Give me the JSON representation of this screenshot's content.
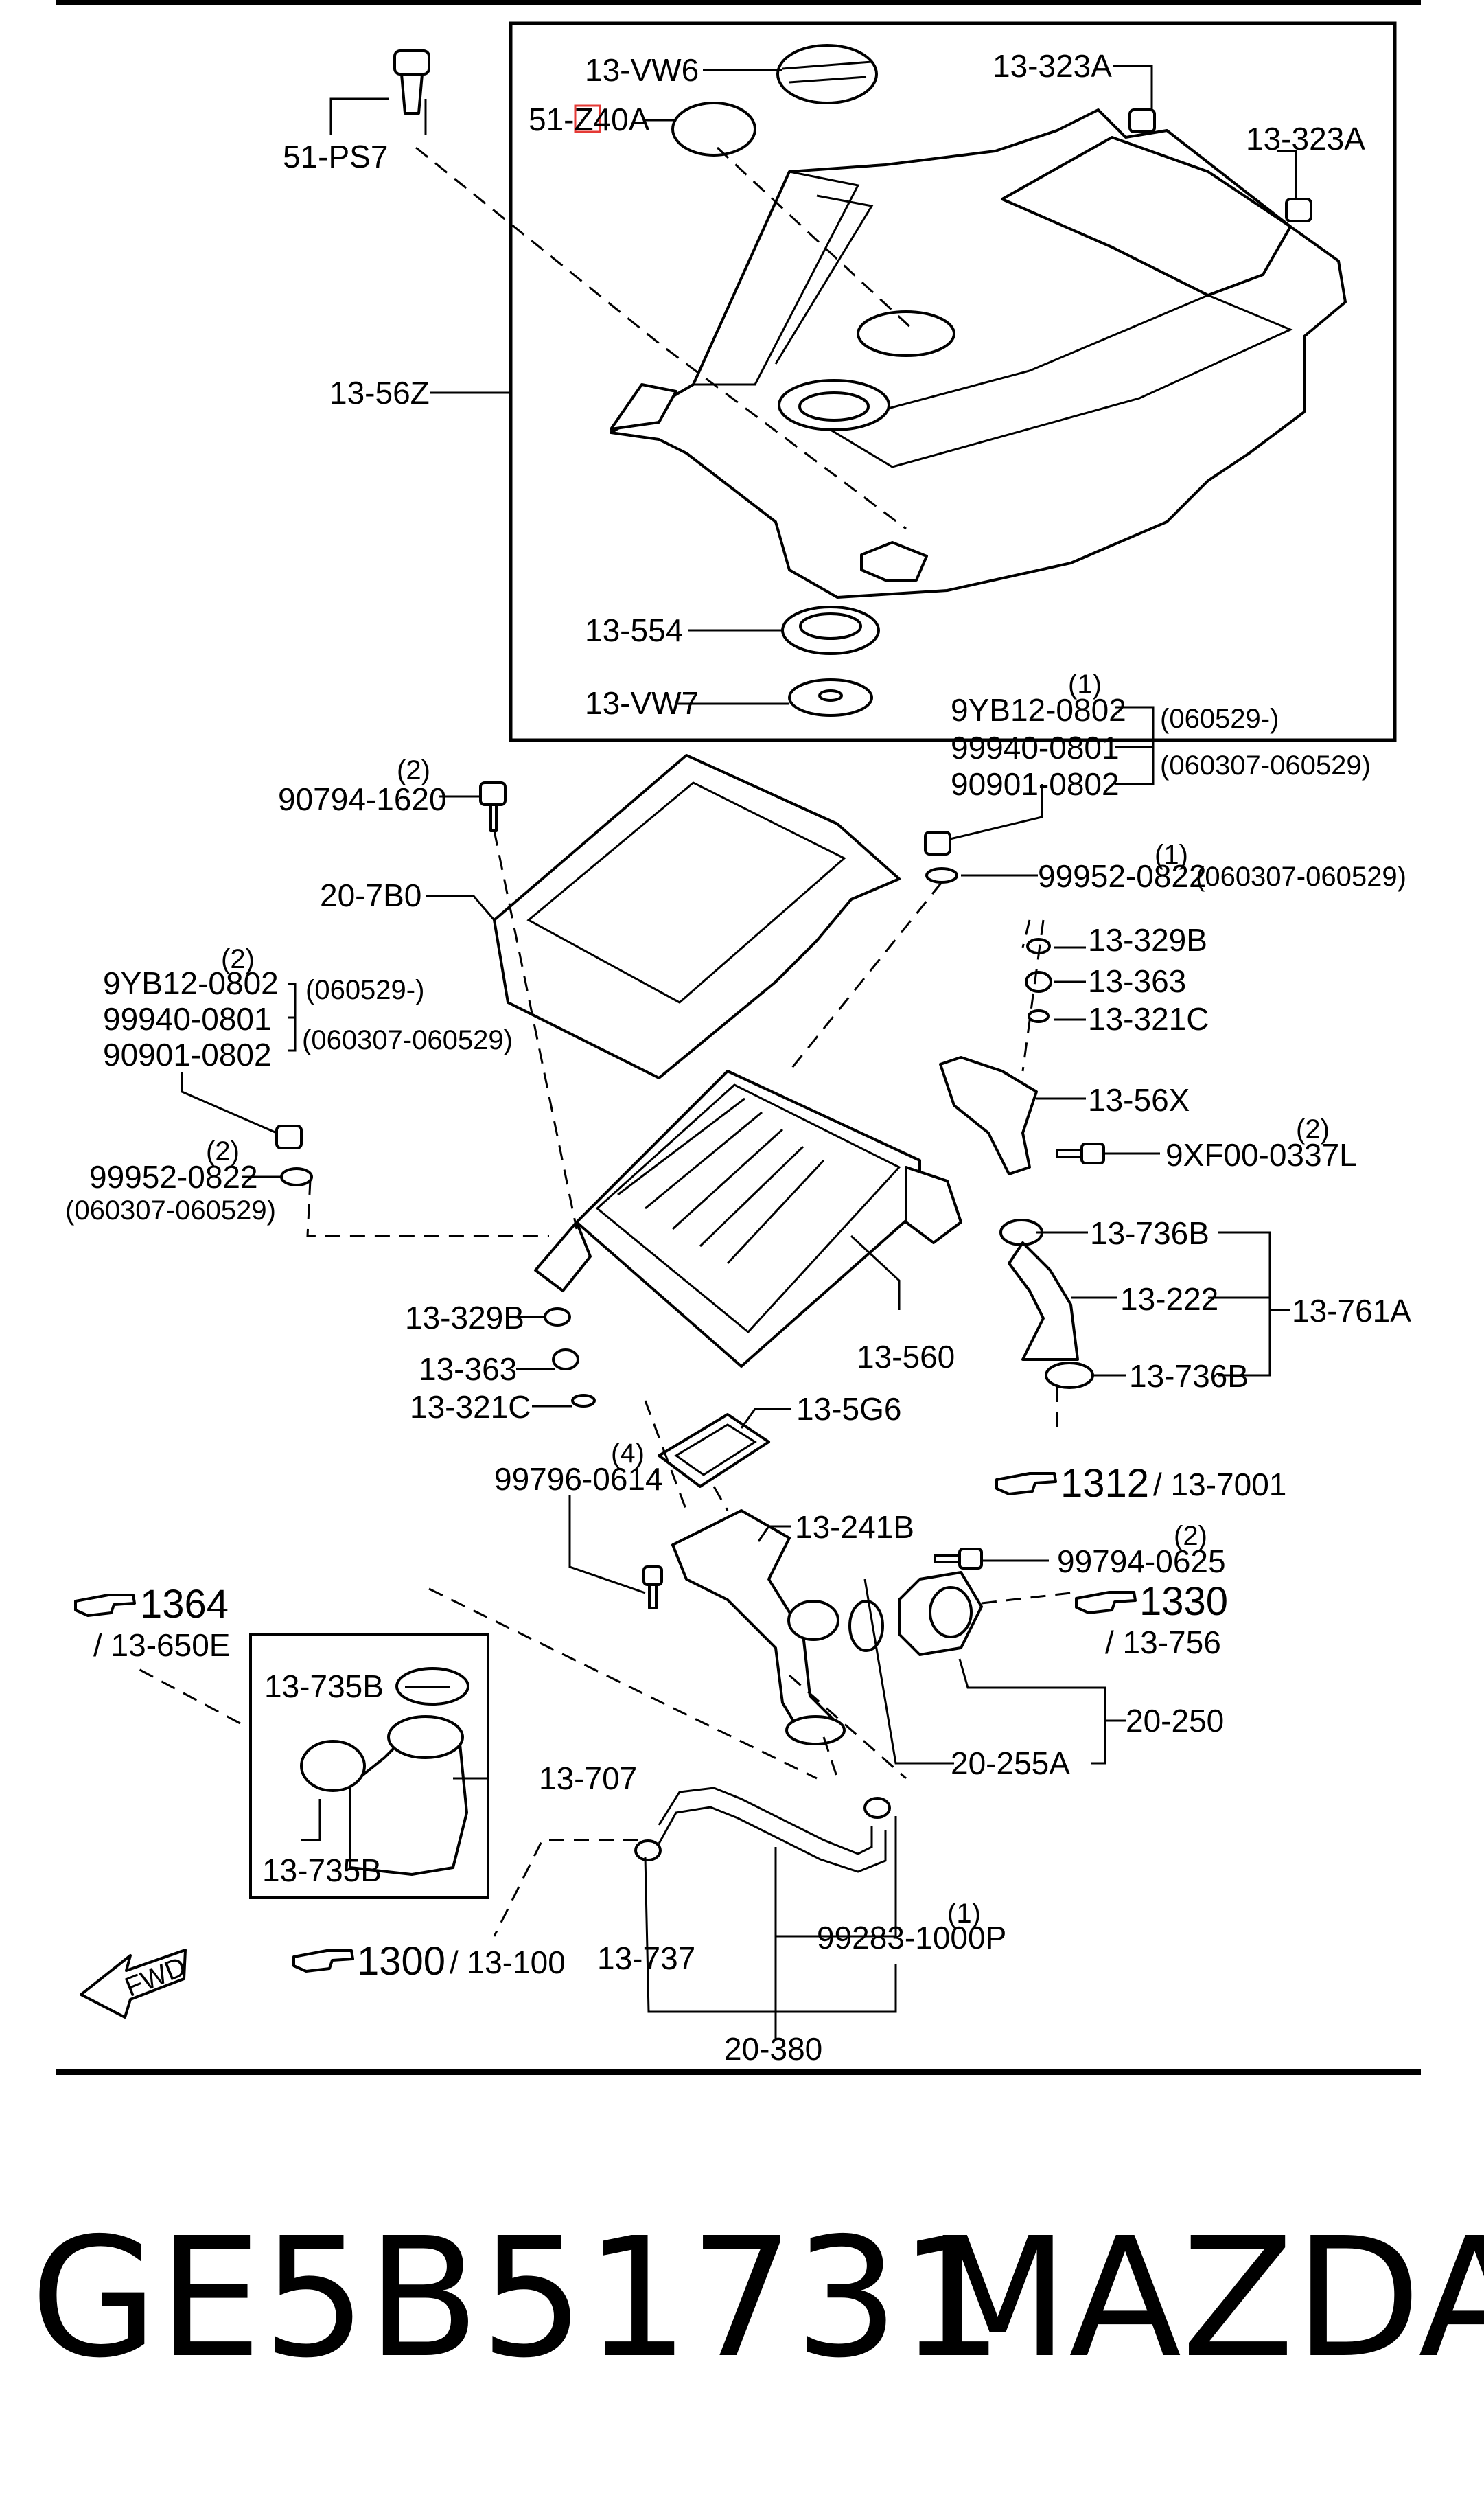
{
  "diagram": {
    "part_labels": {
      "p13VW6": "13-VW6",
      "p51Z40A": "51-Z40A",
      "p13323A_1": "13-323A",
      "p13323A_2": "13-323A",
      "p51PS7": "51-PS7",
      "p1356Z": "13-56Z",
      "p13554": "13-554",
      "p13VW7": "13-VW7",
      "q1_top": "(1)",
      "p9YB12_top": "9YB12-0802",
      "p99940_top": "99940-0801",
      "p90901_top": "90901-0802",
      "date1_top": "(060529-)",
      "date2_top": "(060307-060529)",
      "q2_bolt": "(2)",
      "p90794": "90794-1620",
      "p207B0": "20-7B0",
      "q1_washer": "(1)",
      "p99952_top": "99952-0822",
      "date_washer_top": "(060307-060529)",
      "q2_left": "(2)",
      "p9YB12_left": "9YB12-0802",
      "p99940_left": "99940-0801",
      "p90901_left": "90901-0802",
      "date1_left": "(060529-)",
      "date2_left": "(060307-060529)",
      "q2_washer_left": "(2)",
      "p99952_left": "99952-0822",
      "date_washer_left": "(060307-060529)",
      "p13329B_r": "13-329B",
      "p13363_r": "13-363",
      "p13321C_r": "13-321C",
      "p1356X": "13-56X",
      "q2_9xf": "(2)",
      "p9XF00": "9XF00-0337L",
      "p13736B_1": "13-736B",
      "p13222": "13-222",
      "p13761A": "13-761A",
      "p13736B_2": "13-736B",
      "p13329B_l": "13-329B",
      "p13363_l": "13-363",
      "p13321C_l": "13-321C",
      "p13560": "13-560",
      "p135G6": "13-5G6",
      "q4": "(4)",
      "p99796": "99796-0614",
      "p13241B": "13-241B",
      "q2_99794": "(2)",
      "p99794": "99794-0625",
      "p13735B_1": "13-735B",
      "p13707": "13-707",
      "p13735B_2": "13-735B",
      "p20250": "20-250",
      "p20255A": "20-255A",
      "q1_hose": "(1)",
      "p99283": "99283-1000P",
      "p13737": "13-737",
      "p20380": "20-380"
    },
    "references": {
      "r1312_num": "1312",
      "r1312_sub": "/ 13-7001",
      "r1364_num": "1364",
      "r1364_sub": "/ 13-650E",
      "r1330_num": "1330",
      "r1330_sub": "/ 13-756",
      "r1300_num": "1300",
      "r1300_sub": "/ 13-100"
    },
    "fwd_label": "FWD"
  },
  "caption": {
    "part_number": "GE5B51731",
    "brand": "MAZDA"
  }
}
